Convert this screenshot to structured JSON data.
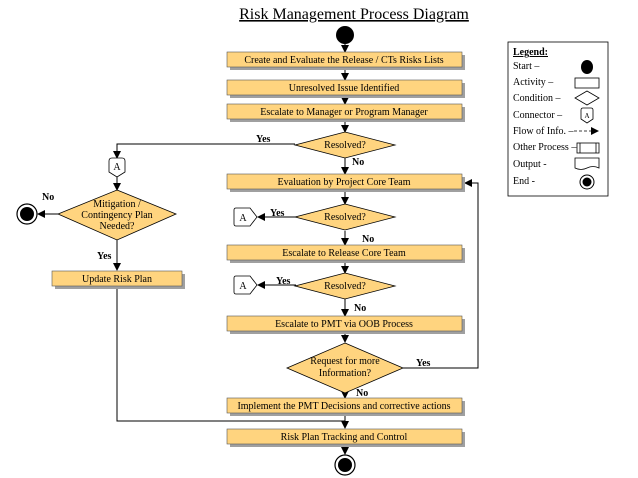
{
  "title": "Risk Management Process Diagram",
  "activities": {
    "create": "Create and Evaluate the Release / CTs Risks Lists",
    "unresolved": "Unresolved Issue Identified",
    "escalate_manager": "Escalate to Manager or Program Manager",
    "evaluation": "Evaluation by Project Core Team",
    "escalate_release": "Escalate to Release Core Team",
    "escalate_pmt": "Escalate to PMT via OOB Process",
    "implement": "Implement the PMT Decisions and corrective actions",
    "tracking": "Risk Plan Tracking and Control",
    "update_risk_plan": "Update Risk Plan"
  },
  "conditions": {
    "resolved": "Resolved?",
    "mitigation_line1": "Mitigation /",
    "mitigation_line2": "Contingency Plan",
    "mitigation_line3": "Needed?",
    "request_line1": "Request for more",
    "request_line2": "Information?"
  },
  "edge_labels": {
    "yes": "Yes",
    "no": "No"
  },
  "connector_label": "A",
  "legend": {
    "title": "Legend:",
    "items": [
      "Start –",
      "Activity –",
      "Condition –",
      "Connector –",
      "Flow of Info. –",
      "Other Process –",
      "Output -",
      "End -"
    ]
  },
  "colors": {
    "activity_fill": "#FFD47F",
    "activity_shadow": "#A0A0A0",
    "line": "#000000"
  }
}
